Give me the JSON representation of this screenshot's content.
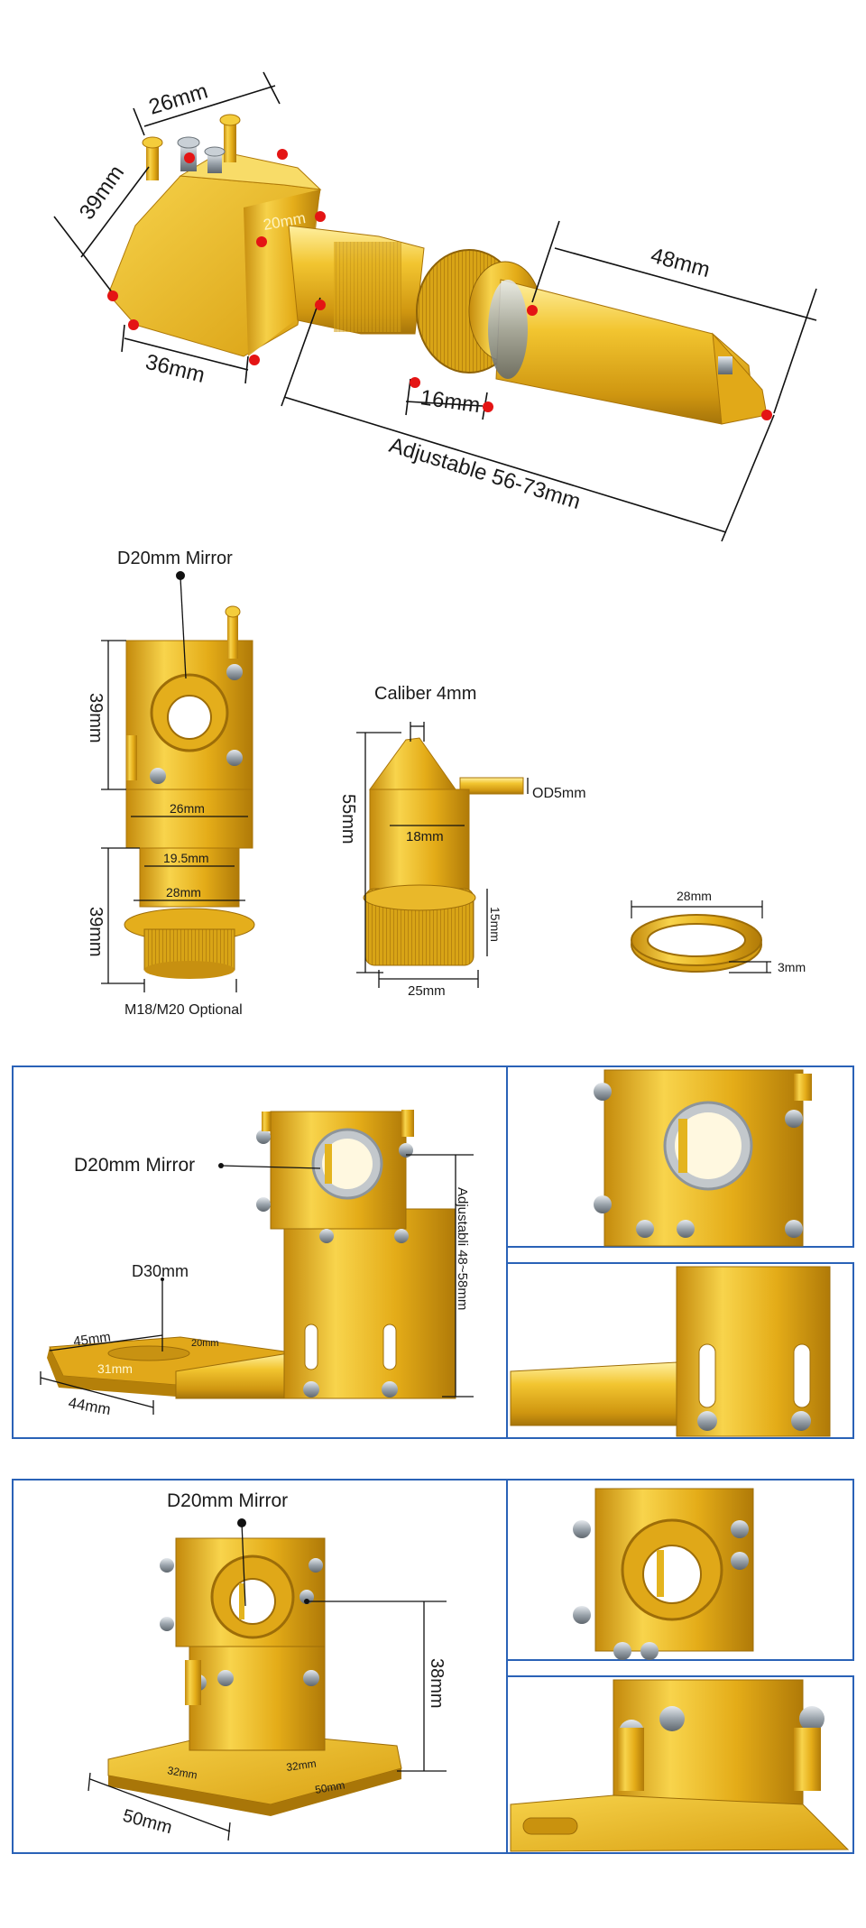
{
  "colors": {
    "gold_light": "#f5cf3e",
    "gold_mid": "#e7b018",
    "gold_dark": "#b47f0a",
    "steel": "#a9b1b8",
    "marker_red": "#e41414",
    "panel_border": "#2a62b7"
  },
  "section1": {
    "dim_width_top": "26mm",
    "dim_height_left": "39mm",
    "dim_bore": "20mm",
    "dim_width_bottom": "36mm",
    "dim_nozzle": "48mm",
    "dim_nut": "16mm",
    "dim_adjustable": "Adjustable 56-73mm"
  },
  "section2": {
    "mirror_label": "D20mm Mirror",
    "mount_height_top": "39mm",
    "mount_width": "26mm",
    "tube_inner": "19.5mm",
    "tube_outer": "28mm",
    "mount_height_bottom": "39mm",
    "thread_note": "M18/M20 Optional",
    "caliber": "Caliber 4mm",
    "nozzle_height": "55mm",
    "nozzle_od": "OD5mm",
    "nozzle_body": "18mm",
    "nozzle_base_height": "15mm",
    "nozzle_base_width": "25mm",
    "ring_diameter": "28mm",
    "ring_thickness": "3mm"
  },
  "section3": {
    "mirror_label": "D20mm Mirror",
    "lens_label": "D30mm",
    "adjustable_label": "Adjustabli 48~58mm",
    "base_length": "45mm",
    "base_width": "44mm",
    "slot_inner": "31mm",
    "slot_offset": "20mm"
  },
  "section4": {
    "mirror_label": "D20mm Mirror",
    "height": "38mm",
    "base_width": "50mm",
    "slot_a": "32mm",
    "slot_b": "32mm",
    "slot_c": "50mm"
  }
}
